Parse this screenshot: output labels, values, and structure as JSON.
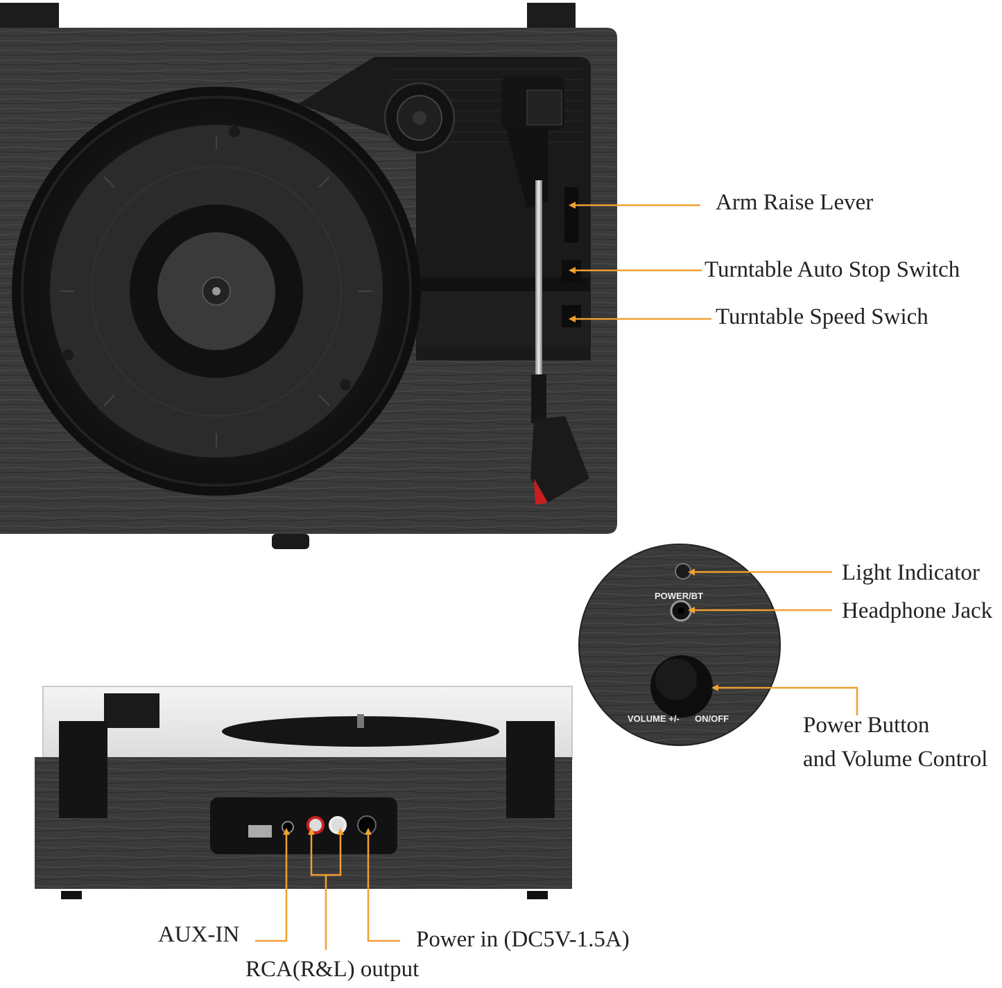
{
  "colors": {
    "accent_orange": "#F0A030",
    "wood": "#3A3A3A",
    "black": "#141414"
  },
  "panel_labels": {
    "power_bt": "POWER/BT",
    "volume": "VOLUME +/-",
    "on_off": "ON/OFF"
  },
  "callouts": {
    "arm_raise_lever": "Arm Raise Lever",
    "auto_stop_switch": "Turntable Auto Stop Switch",
    "speed_switch": "Turntable Speed Swich",
    "light_indicator": "Light Indicator",
    "headphone_jack": "Headphone Jack",
    "power_button_line1": "Power Button",
    "power_button_line2": "and Volume Control",
    "aux_in": "AUX-IN",
    "power_in": "Power in (DC5V-1.5A)",
    "rca_output": "RCA(R&L) output"
  }
}
